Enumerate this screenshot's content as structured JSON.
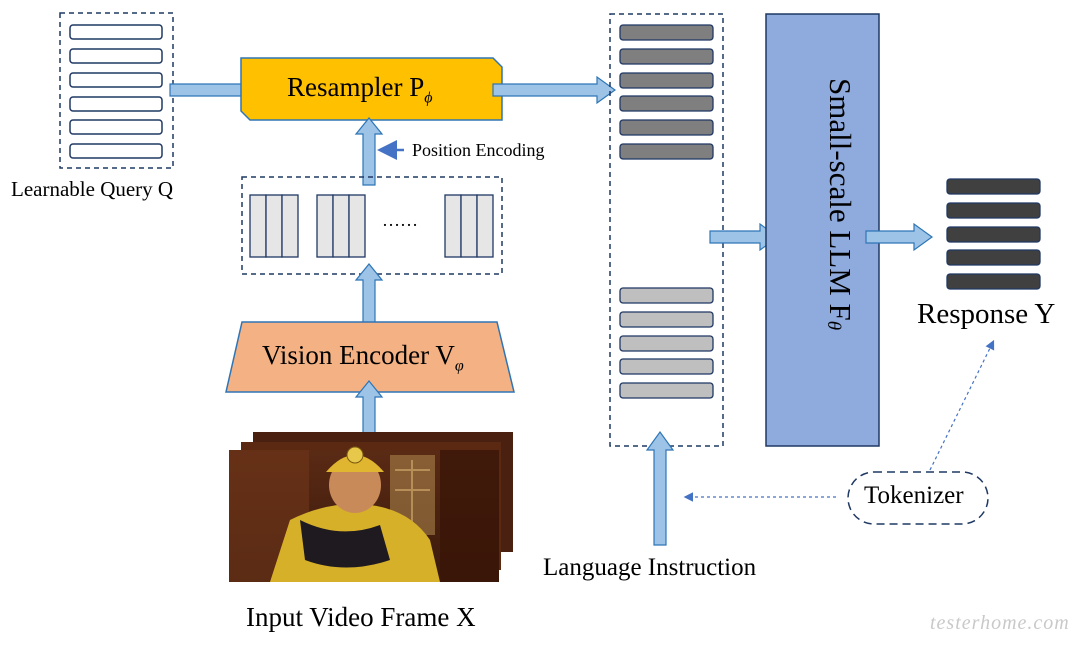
{
  "diagram": {
    "resampler": {
      "label": "Resampler P",
      "sub": "ϕ"
    },
    "vision_encoder": {
      "label": "Vision Encoder V",
      "sub": "φ"
    },
    "llm": {
      "label": "Small-scale LLM F",
      "sub": "θ"
    },
    "learnable_query_label": "Learnable Query Q",
    "position_encoding_label": "Position Encoding",
    "ellipsis": "……",
    "input_frame_label": "Input Video Frame X",
    "language_instruction_label": "Language Instruction",
    "tokenizer_label": "Tokenizer",
    "response_label": "Response Y",
    "watermark": "testerhome.com"
  },
  "colors": {
    "resampler_fill": "#FFC000",
    "encoder_fill": "#F4B183",
    "llm_fill": "#8FAADC",
    "arrow_fill": "#9DC3E6",
    "arrow_stroke": "#2E75B6",
    "dash": "#1F3864",
    "token_dark": "#7F7F7F",
    "token_light": "#BFBFBF",
    "response_token": "#404040"
  }
}
